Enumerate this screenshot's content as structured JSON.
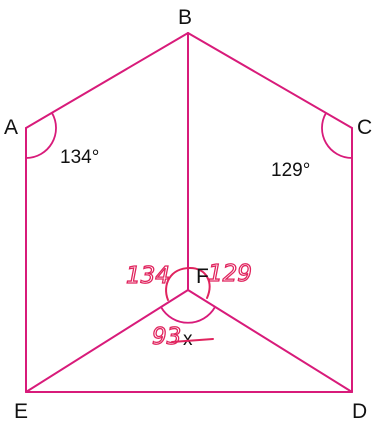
{
  "diagram": {
    "vertices": {
      "A": "A",
      "B": "B",
      "C": "C",
      "D": "D",
      "E": "E",
      "F": "F"
    },
    "angles": {
      "at_A": "134°",
      "at_C": "129°"
    },
    "handwritten": {
      "left_of_F": "134",
      "right_of_F": "129",
      "bottom_at_F": "93"
    },
    "unknown_angle": "x",
    "colors": {
      "lines": "#d81b7a",
      "handwriting": "#e0245e",
      "text": "#111111"
    }
  }
}
